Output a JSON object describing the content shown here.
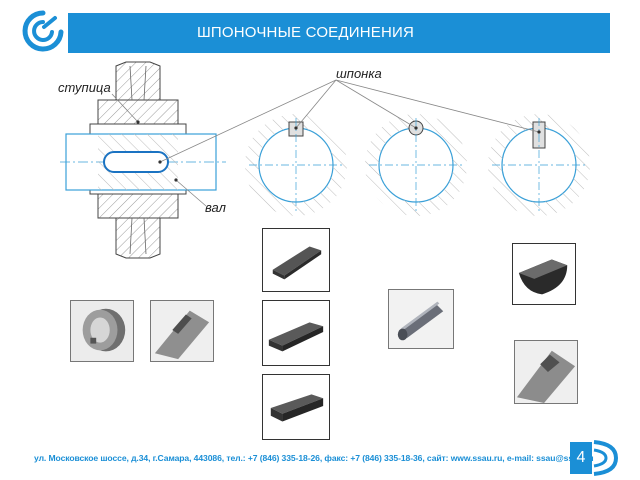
{
  "header": {
    "title": "ШПОНОЧНЫЕ СОЕДИНЕНИЯ"
  },
  "labels": {
    "hub": "ступица",
    "key": "шпонка",
    "shaft": "вал"
  },
  "footer": {
    "address": "ул. Московское шоссе, д.34, г.Самара, 443086, тел.: +7 (846) 335-18-26, факс: +7 (846) 335-18-36, сайт: www.ssau.ru, e-mail: ssau@ssau.ru",
    "page_number": "4"
  },
  "colors": {
    "brand_blue": "#1b8fd6",
    "drawing_line": "#3aa0d8",
    "hatch": "#9a9a9a"
  }
}
